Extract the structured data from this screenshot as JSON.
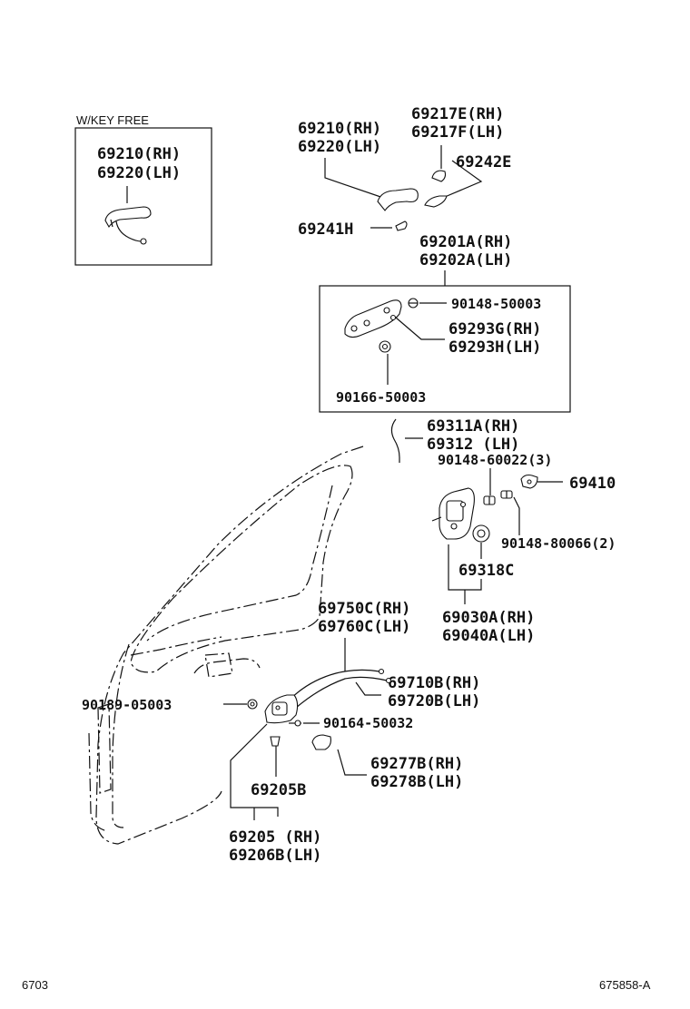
{
  "inset": {
    "title": "W/KEY FREE",
    "labels": [
      "69210(RH)",
      "69220(LH)"
    ]
  },
  "callouts": {
    "handle_top": [
      "69210(RH)",
      "69220(LH)"
    ],
    "cover_top": [
      "69217E(RH)",
      "69217F(LH)"
    ],
    "p69242e": "69242E",
    "p69241h": "69241H",
    "assembly": [
      "69201A(RH)",
      "69202A(LH)"
    ],
    "bolt_1": "90148-50003",
    "p69293": [
      "69293G(RH)",
      "69293H(LH)"
    ],
    "bolt_2": "90166-50003",
    "rod": [
      "69311A(RH)",
      "69312 (LH)"
    ],
    "screw_3": "90148-60022(3)",
    "p69410": "69410",
    "screw_2": "90148-80066(2)",
    "p69318c": "69318C",
    "lock": [
      "69030A(RH)",
      "69040A(LH)"
    ],
    "cable_1": [
      "69750C(RH)",
      "69760C(LH)"
    ],
    "cable_2": [
      "69710B(RH)",
      "69720B(LH)"
    ],
    "clip": "90189-05003",
    "screw_4": "90164-50032",
    "bezel": [
      "69277B(RH)",
      "69278B(LH)"
    ],
    "p69205b": "69205B",
    "inside_handle": [
      "69205 (RH)",
      "69206B(LH)"
    ]
  },
  "footer": {
    "left": "6703",
    "right": "675858-A"
  }
}
